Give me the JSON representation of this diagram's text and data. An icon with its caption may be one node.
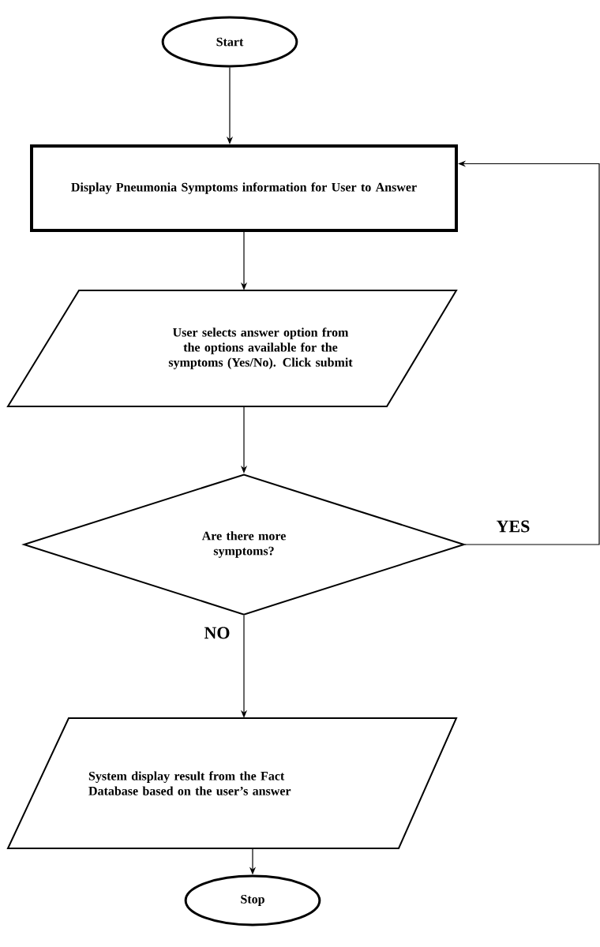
{
  "diagram": {
    "nodes": [
      {
        "text": [
          "Start"
        ]
      },
      {
        "text": [
          "Display Pneumonia Symptoms information for User to Answer"
        ]
      },
      {
        "text": [
          "User selects answer option from the options available for the symptoms (Yes/No). Click submit"
        ]
      },
      {
        "text": [
          "Are there more symptoms?"
        ]
      },
      {
        "text": [
          "System display result from the Fact Database based on the user’s answer"
        ]
      },
      {
        "text": [
          "Stop"
        ]
      }
    ],
    "edges": [
      {
        "from": 0,
        "to": 1,
        "arrow": "to"
      },
      {
        "from": 1,
        "to": 2,
        "arrow": "to"
      },
      {
        "from": 2,
        "to": 3,
        "arrow": "to"
      },
      {
        "from": 3,
        "to": 4,
        "arrow": "to",
        "label": "NO"
      },
      {
        "from": 4,
        "to": 5,
        "arrow": "to"
      },
      {
        "from": 3,
        "to": 1,
        "arrow": "to",
        "label": "YES"
      }
    ]
  }
}
